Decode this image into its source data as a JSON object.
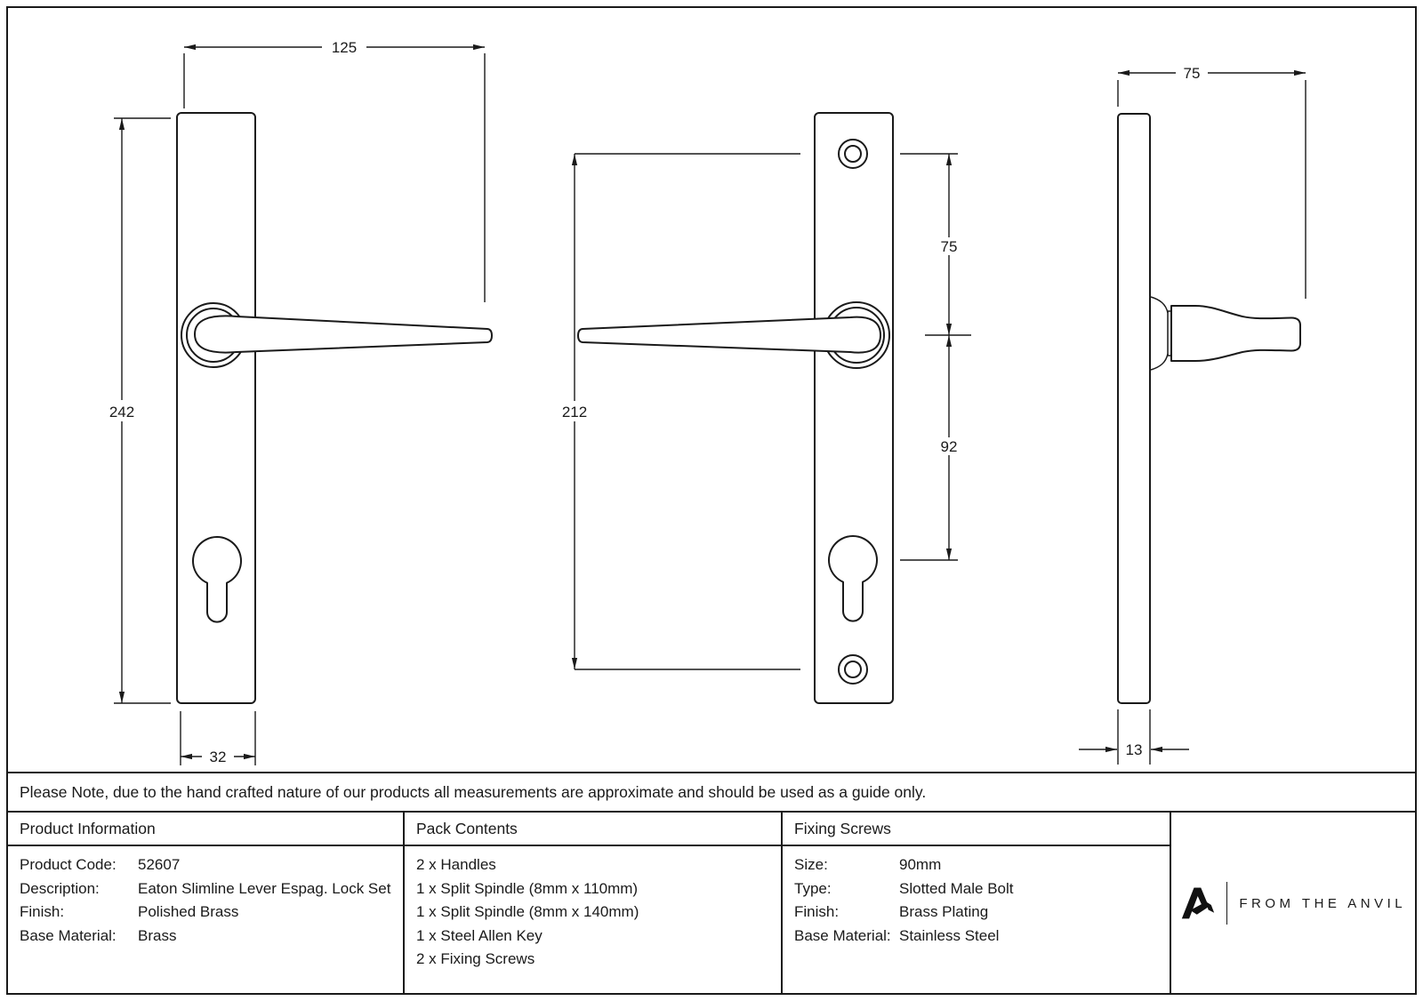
{
  "note": {
    "text": "Please Note, due to the hand crafted nature of our products all measurements are approximate and should be used as a guide only."
  },
  "drawings": {
    "front_right": {
      "width": "125",
      "height": "242",
      "plate_width": "32"
    },
    "front_left": {
      "screw_centres": "212",
      "top_to_lever": "75",
      "lever_to_cylinder": "92"
    },
    "side": {
      "projection": "75",
      "thickness": "13"
    }
  },
  "table": {
    "product_information": {
      "header": "Product Information",
      "rows": [
        {
          "label": "Product Code:",
          "value": "52607"
        },
        {
          "label": "Description:",
          "value": "Eaton Slimline Lever Espag. Lock Set"
        },
        {
          "label": "Finish:",
          "value": "Polished Brass"
        },
        {
          "label": "Base Material:",
          "value": "Brass"
        }
      ]
    },
    "pack_contents": {
      "header": "Pack Contents",
      "items": [
        "2 x Handles",
        "1 x Split Spindle (8mm x 110mm)",
        "1 x Split Spindle (8mm x 140mm)",
        "1 x Steel Allen Key",
        "2 x Fixing Screws"
      ]
    },
    "fixing_screws": {
      "header": "Fixing Screws",
      "rows": [
        {
          "label": "Size:",
          "value": "90mm"
        },
        {
          "label": "Type:",
          "value": "Slotted Male Bolt"
        },
        {
          "label": "Finish:",
          "value": "Brass Plating"
        },
        {
          "label": "Base Material:",
          "value": "Stainless Steel"
        }
      ]
    },
    "brand": {
      "name": "FROM THE ANVIL"
    }
  },
  "colors": {
    "line": "#1a1a1a",
    "background": "#ffffff"
  }
}
